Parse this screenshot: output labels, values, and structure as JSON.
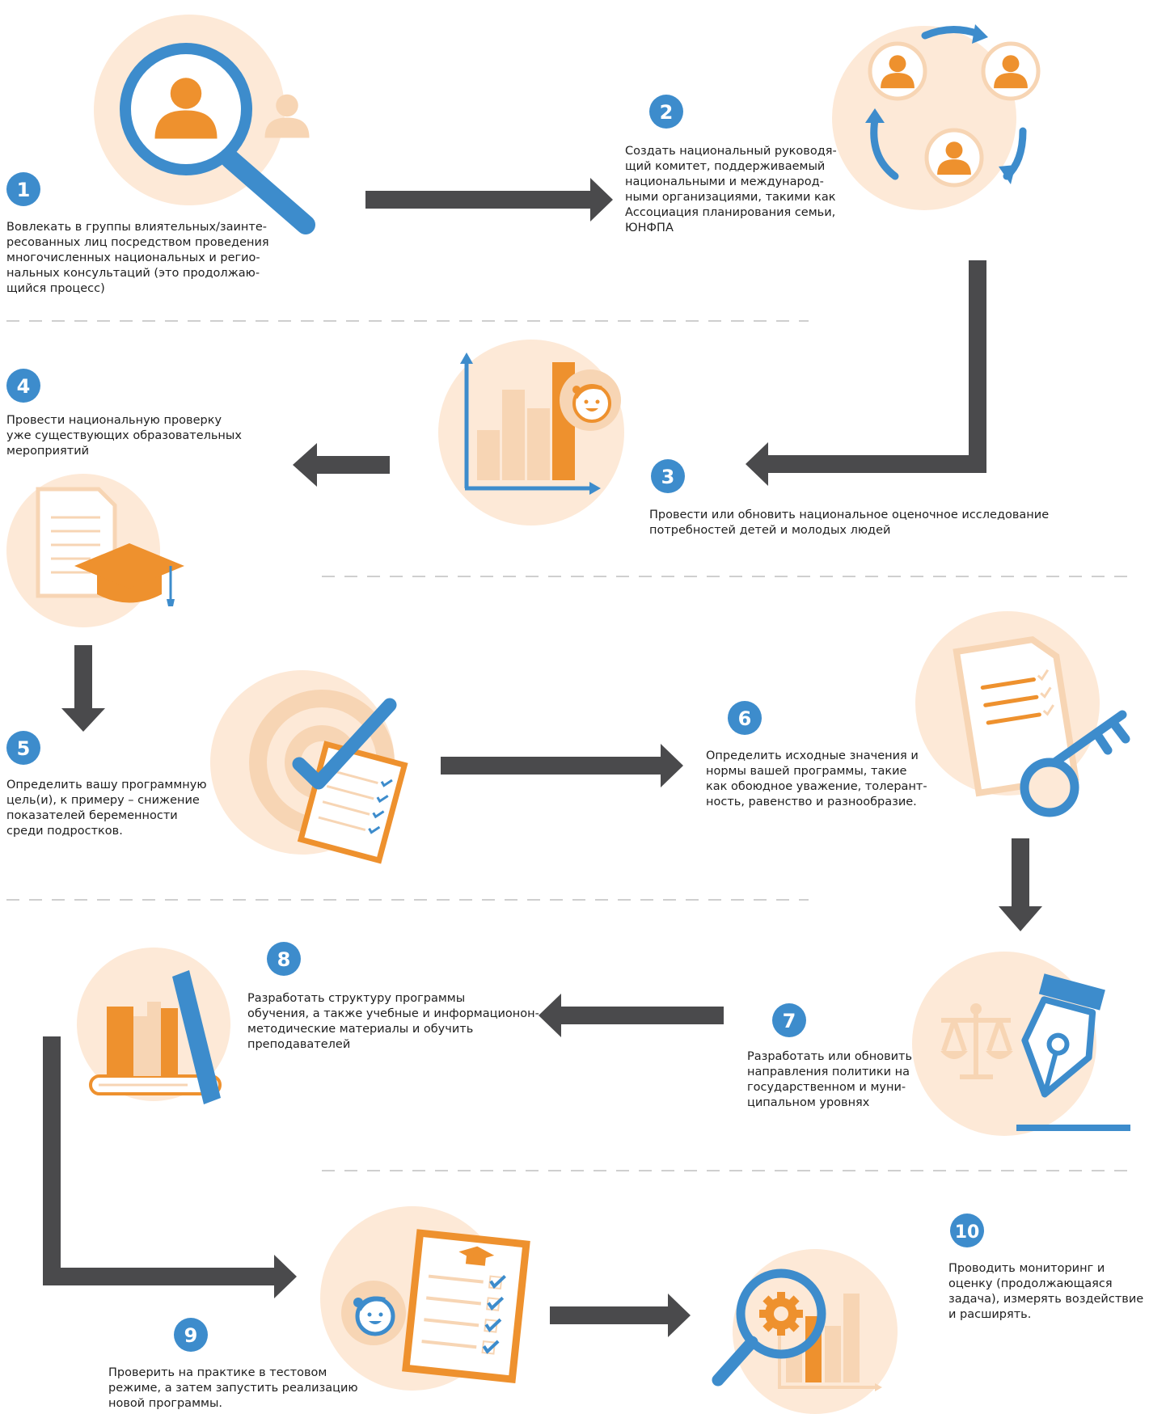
{
  "colors": {
    "blue": "#3d8ccc",
    "orange": "#ee912e",
    "light_peach": "#fde9d7",
    "pale_orange": "#f7d5b4",
    "arrow_gray": "#4a4a4c",
    "divider_gray": "#cfcfcf"
  },
  "steps": [
    {
      "number": "1",
      "icon": "magnifier-person-icon",
      "lines": [
        "Вовлекать в группы влиятельных/заинте-",
        "ресованных лиц посредством проведения",
        "многочисленных национальных и регио-",
        "нальных консультаций (это продолжаю-",
        "щийся процесс)"
      ]
    },
    {
      "number": "2",
      "icon": "people-cycle-icon",
      "lines": [
        "Создать национальный руководя-",
        "щий комитет, поддерживаемый",
        "национальными и международ-",
        "ными организациями, такими как",
        "Ассоциация планирования семьи,",
        "ЮНФПА"
      ]
    },
    {
      "number": "3",
      "icon": "bar-chart-child-icon",
      "lines": [
        "Провести или обновить национальное оценочное исследование",
        "потребностей детей и молодых людей"
      ]
    },
    {
      "number": "4",
      "icon": "document-graduation-cap-icon",
      "lines": [
        "Провести национальную проверку",
        "уже существующих образовательных",
        "мероприятий"
      ]
    },
    {
      "number": "5",
      "icon": "target-checklist-icon",
      "lines": [
        "Определить вашу программную",
        "цель(и), к примеру – снижение",
        "показателей беременности",
        "среди подростков."
      ]
    },
    {
      "number": "6",
      "icon": "document-key-icon",
      "lines": [
        "Определить исходные значения и",
        "нормы вашей программы, такие",
        "как обоюдное уважение, толерант-",
        "ность, равенство и разнообразие."
      ]
    },
    {
      "number": "7",
      "icon": "scales-pen-icon",
      "lines": [
        "Разработать или обновить",
        "направления политики на",
        "государственном и муни-",
        "ципальном уровнях"
      ]
    },
    {
      "number": "8",
      "icon": "books-icon",
      "lines": [
        "Разработать структуру программы",
        "обучения, а также учебные и информационон-",
        "методические материалы и обучить",
        "преподавателей"
      ]
    },
    {
      "number": "9",
      "icon": "checklist-child-icon",
      "lines": [
        "Проверить на практике в тестовом",
        "режиме, а затем запустить реализацию",
        "новой программы."
      ]
    },
    {
      "number": "10",
      "icon": "magnifier-gear-chart-icon",
      "lines": [
        "Проводить мониторинг и",
        "оценку (продолжающаяся",
        "задача), измерять воздействие",
        "и расширять."
      ]
    }
  ]
}
